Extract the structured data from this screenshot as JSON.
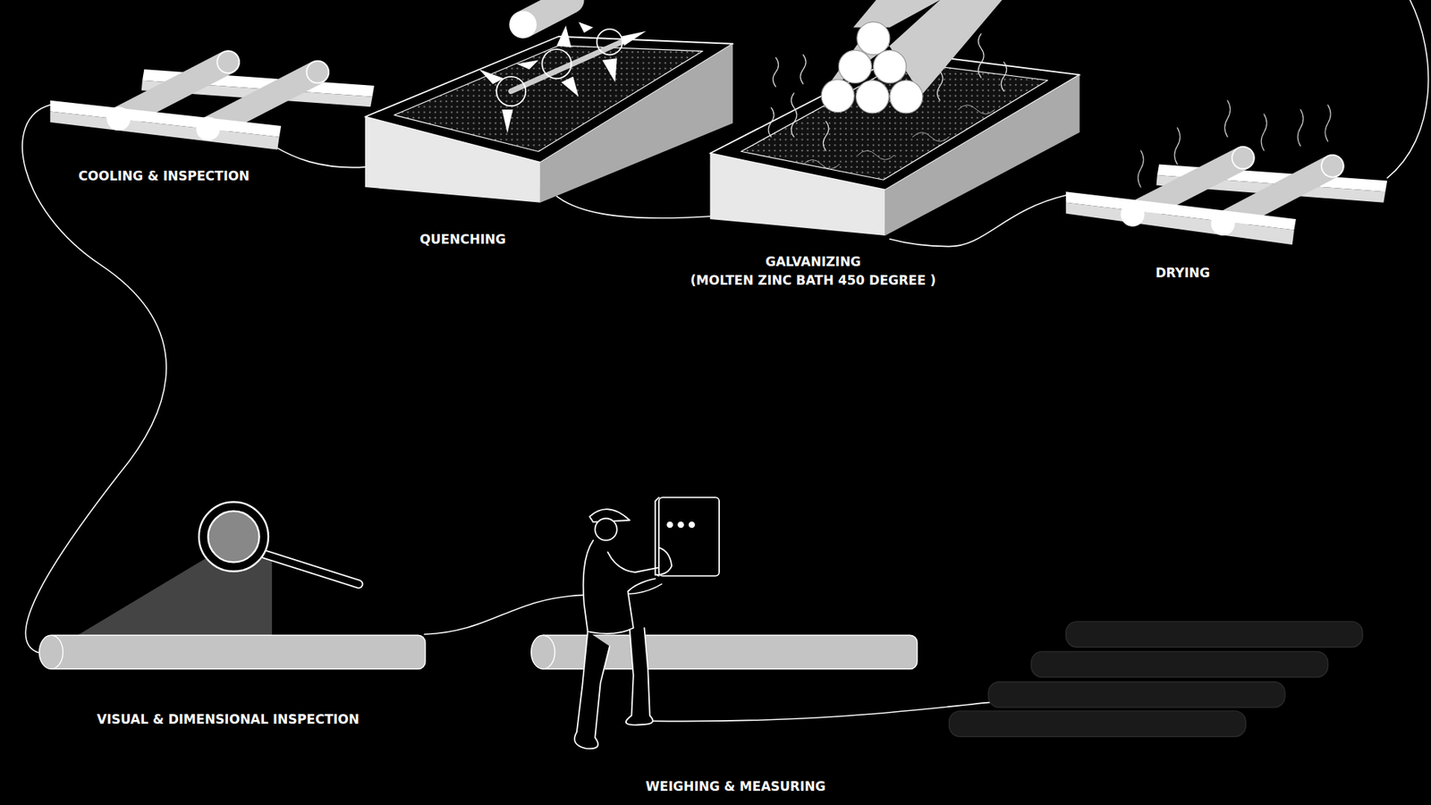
{
  "diagram": {
    "labels": [
      "COOLING & INSPECTION",
      "QUENCHING",
      "GALVANIZING",
      "(MOLTEN ZINC BATH 450 DEGREE )",
      "DRYING",
      "VISUAL & DIMENSIONAL INSPECTION",
      "WEIGHING & MEASURING"
    ]
  }
}
